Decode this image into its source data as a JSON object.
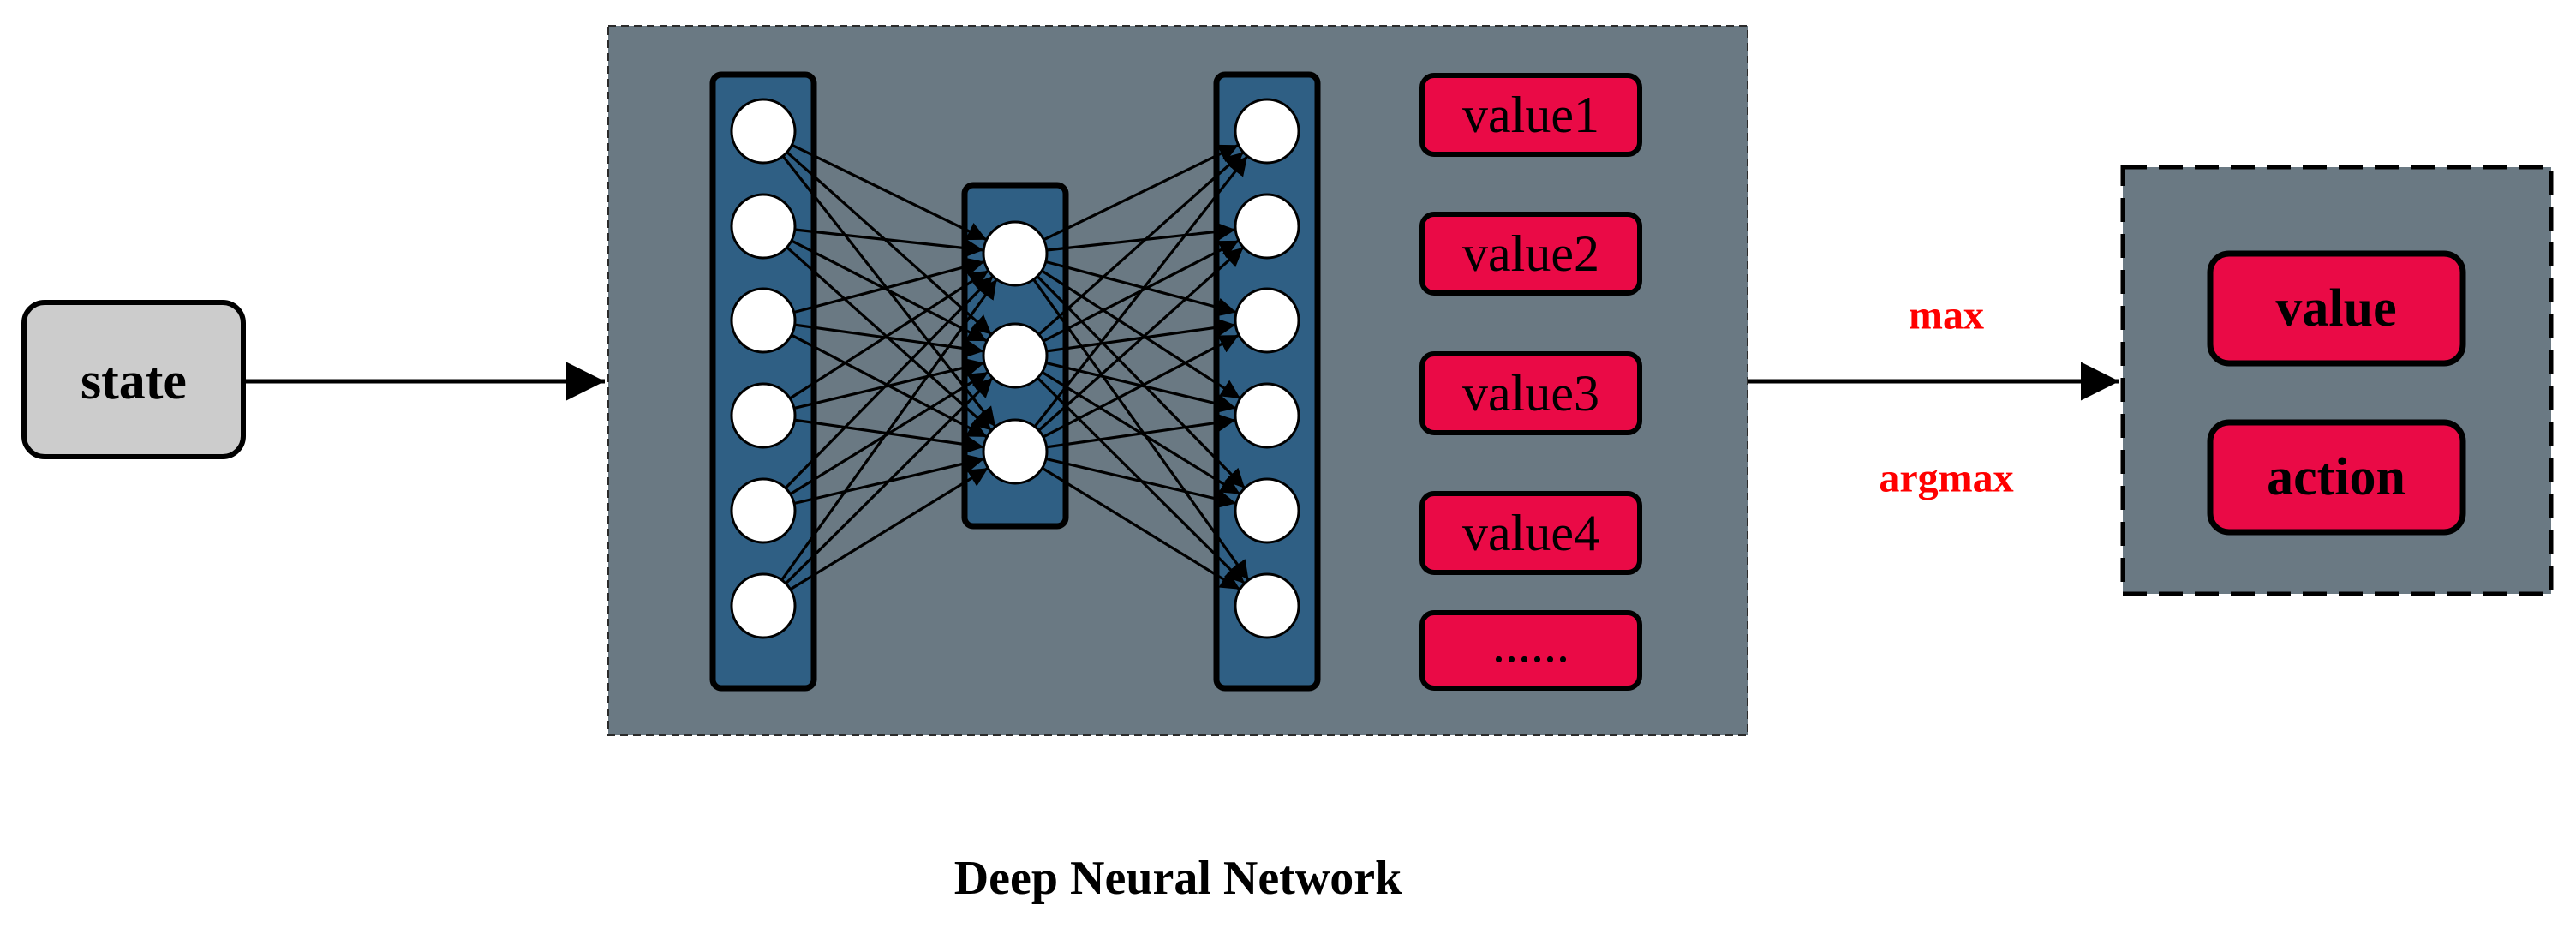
{
  "diagram": {
    "input": {
      "label": "state"
    },
    "network": {
      "caption": "Deep Neural Network",
      "outputs": [
        "value1",
        "value2",
        "value3",
        "value4",
        "......"
      ]
    },
    "edge_labels": {
      "top": "max",
      "bottom": "argmax"
    },
    "result": {
      "value_label": "value",
      "action_label": "action"
    }
  },
  "colors": {
    "panel": "#6a7983",
    "layer": "#2f5f84",
    "node": "#ffffff",
    "output_box": "#ea0a46",
    "state_box": "#cccccc",
    "edge_label": "#ff0000",
    "outline": "#000000"
  }
}
